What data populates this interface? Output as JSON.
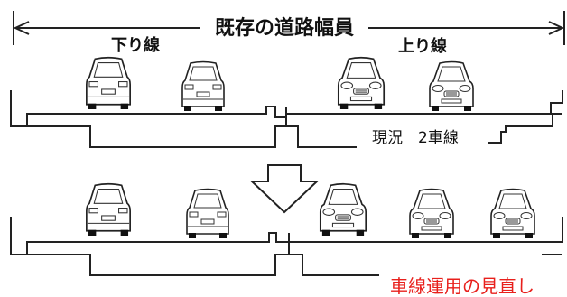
{
  "diagram": {
    "title": "既存の道路幅員",
    "direction_down": "下り線",
    "direction_up": "上り線",
    "current_label": "現況　2車線",
    "review_label": "車線運用の見直し",
    "colors": {
      "line": "#222222",
      "red_text": "#e8201c",
      "background": "#ffffff"
    },
    "icons": [
      "double-arrow",
      "down-arrow-icon",
      "car-rear-icon",
      "car-front-icon"
    ]
  }
}
